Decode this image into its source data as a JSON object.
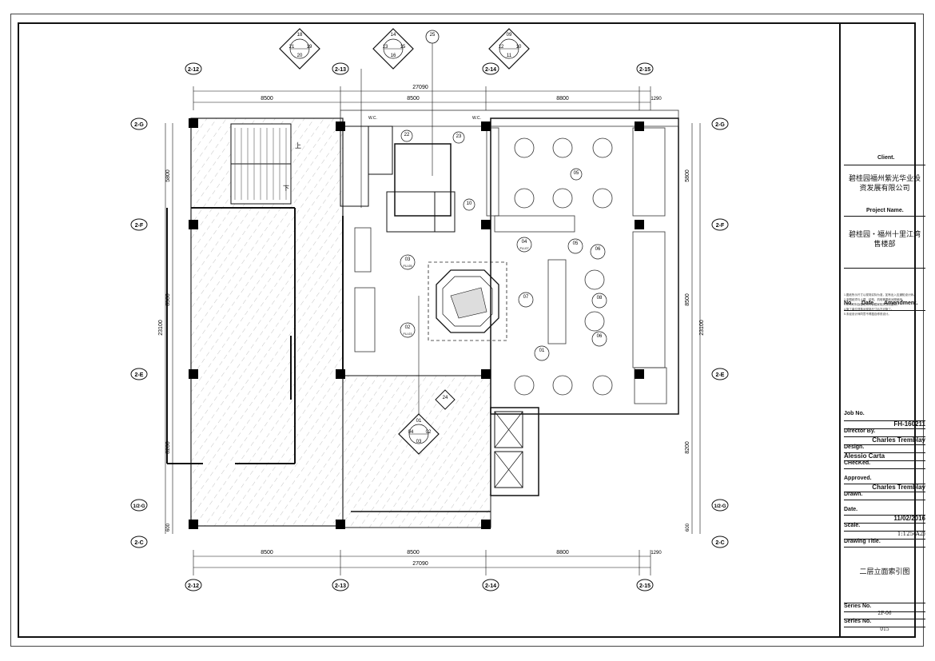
{
  "grid": {
    "cols": [
      "2-12",
      "2-13",
      "2-14",
      "2-15"
    ],
    "rows": [
      "2-G",
      "2-F",
      "2-E",
      "1/2-G",
      "2-C"
    ],
    "col_dims": [
      "8500",
      "8500",
      "8800",
      "1290"
    ],
    "total_width": "27090",
    "row_dims": [
      "5800",
      "8500",
      "8200",
      "600"
    ],
    "total_height": "23100"
  },
  "index_marks": {
    "top_left": [
      "18",
      "21",
      "19",
      "20"
    ],
    "top_mid": [
      "14",
      "13",
      "15",
      "16"
    ],
    "top_right": [
      "09",
      "12",
      "10",
      "11"
    ],
    "tag_25": "25",
    "tag_22": "22",
    "tag_23": "23",
    "tag_05": "05",
    "tag_10": "10",
    "tag_24": "24",
    "center_bottom": [
      "01",
      "04",
      "02",
      "03"
    ]
  },
  "callouts": {
    "c03": "03",
    "c02": "02",
    "c04": "04",
    "c05": "05",
    "c06a": "06",
    "c07": "07",
    "c08": "08",
    "c06b": "06",
    "c01": "01",
    "ref_fu05": "FU-05",
    "ref_fu03": "FU-03",
    "ref_fu07": "FU-07"
  },
  "room_labels": {
    "up": "上",
    "down": "下",
    "wc1": "W.C.",
    "wc2": "W.C."
  },
  "title_block": {
    "client_label": "Client.",
    "client_name": "碧桂园福州紫光华业投资发展有限公司",
    "project_label": "Project Name.",
    "project_name": "碧桂园・福州十里江湾售楼部",
    "notes": [
      "1.图纸所示尺寸以现场实际为准，如有出入应通知设计师。",
      "2.本图纸须与土建、结构、机电等图纸对照使用。",
      "3.所有材料及做法须符合国家相关规范要求。",
      "4.施工单位须核对现场尺寸后方可施工。",
      "5.未经设计师同意不得擅自修改设计。"
    ],
    "amend_no": "No.",
    "amend_date": "Date.",
    "amend_label": "Amendment.",
    "job_no_label": "Job No.",
    "job_no": "FH-160211",
    "director_label": "Director By.",
    "director": "Charles Tremblay",
    "design_label": "Design.",
    "designer": "Alessio Carta",
    "checked_label": "CHecKed.",
    "approved_label": "Approved.",
    "approved": "Charles Tremblay",
    "drawn_label": "Drawn.",
    "date_label": "Date.",
    "date": "11/02/2016",
    "scale_label": "Scale.",
    "scale": "1:125(A2)",
    "drawing_title_label": "Drawing Title.",
    "drawing_title": "二层立面索引图",
    "series_label": "Series No.",
    "series": "2P-06",
    "series2_label": "Series No.",
    "series2": "015"
  },
  "colors": {
    "line": "#111111",
    "hatch": "#bcbcbc",
    "column": "#000000"
  }
}
